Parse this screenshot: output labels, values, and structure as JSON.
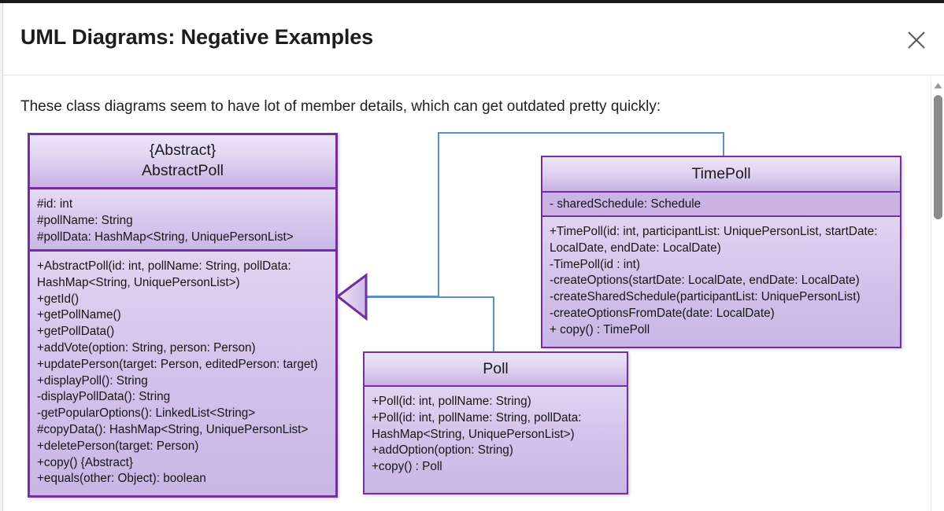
{
  "dialog": {
    "title": "UML Diagrams: Negative Examples",
    "close_label": "close-icon"
  },
  "body": {
    "intro": "These class diagrams seem to have lot of member details, which can get outdated pretty quickly:"
  },
  "scrollbar": {
    "up_arrow": "triangle-up-icon"
  },
  "colors": {
    "class_border": "#7030a0",
    "header_gradient_top": "#ece4f7",
    "header_gradient_bottom": "#c9b2e3",
    "body_fill": "#d3c2ea",
    "attr_band_flat": "#cbb4e4",
    "connector": "#5b8fc7",
    "text": "#161616"
  },
  "diagram": {
    "classes": [
      {
        "id": "abstractpoll",
        "stereotype": "{Abstract}",
        "name": "AbstractPoll",
        "attributes": [
          "#id: int",
          "#pollName: String",
          "#pollData: HashMap<String, UniquePersonList>"
        ],
        "methods": [
          "+AbstractPoll(id: int, pollName: String, pollData: HashMap<String, UniquePersonList>)",
          "+getId()",
          "+getPollName()",
          "+getPollData()",
          "+addVote(option: String, person: Person)",
          "+updatePerson(target: Person, editedPerson: target)",
          "+displayPoll(): String",
          "-displayPollData(): String",
          "-getPopularOptions(): LinkedList<String>",
          "#copyData(): HashMap<String, UniquePersonList>",
          "+deletePerson(target: Person)",
          "+copy() {Abstract}",
          "+equals(other: Object): boolean"
        ]
      },
      {
        "id": "timepoll",
        "stereotype": "",
        "name": "TimePoll",
        "attributes": [
          "- sharedSchedule: Schedule"
        ],
        "methods": [
          "+TimePoll(id: int, participantList: UniquePersonList, startDate: LocalDate, endDate: LocalDate)",
          "-TimePoll(id : int)",
          "-createOptions(startDate: LocalDate, endDate: LocalDate)",
          "-createSharedSchedule(participantList: UniquePersonList)",
          "-createOptionsFromDate(date: LocalDate)",
          "+ copy() : TimePoll"
        ]
      },
      {
        "id": "poll",
        "stereotype": "",
        "name": "Poll",
        "attributes": [],
        "methods": [
          "+Poll(id: int, pollName: String)",
          "+Poll(id: int, pollName: String, pollData: HashMap<String, UniquePersonList>)",
          "+addOption(option: String)",
          "+copy() : Poll"
        ]
      }
    ],
    "relations": [
      {
        "from": "timepoll",
        "to": "abstractpoll",
        "type": "generalization"
      },
      {
        "from": "poll",
        "to": "abstractpoll",
        "type": "generalization"
      }
    ]
  }
}
